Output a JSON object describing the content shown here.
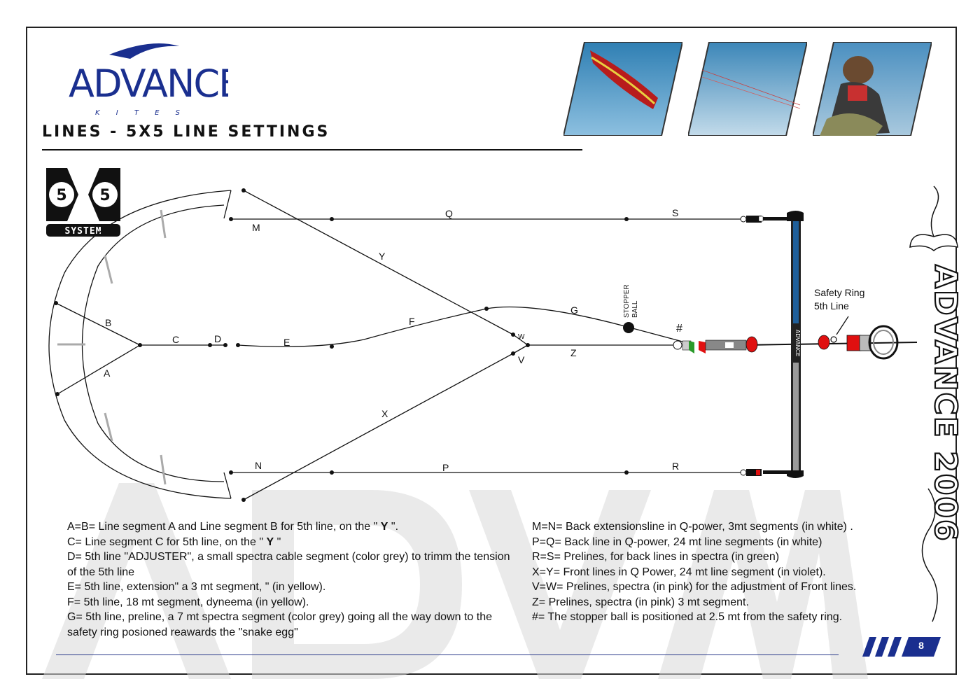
{
  "header": {
    "logo_text": "ADVANCE",
    "logo_sub": "K I T E S",
    "title": "LINES - 5X5 LINE SETTINGS"
  },
  "system_badge": {
    "top": "5X5",
    "bottom": "SYSTEM"
  },
  "side_brand": {
    "text": "ADVANCE 2006"
  },
  "diagram": {
    "labels": {
      "A": "A",
      "B": "B",
      "C": "C",
      "D": "D",
      "E": "E",
      "F": "F",
      "G": "G",
      "M": "M",
      "N": "N",
      "P": "P",
      "Q": "Q",
      "R": "R",
      "S": "S",
      "V": "V",
      "W": "W",
      "X": "X",
      "Y": "Y",
      "Z": "Z",
      "hash": "#"
    },
    "stopper_line1": "STOPPER",
    "stopper_line2": "BALL",
    "safety_ring_line1": "Safety Ring",
    "safety_ring_line2": "5th Line",
    "bar_text": "ADVANCE",
    "colors": {
      "line": "#111111",
      "bar_top": "#1f5f9a",
      "bar_bottom": "#9a9a9a",
      "float_red": "#e01010",
      "prelines_green": "#2a9a2a",
      "accent_blue": "#1a2f8f"
    }
  },
  "legend_left": [
    {
      "text": "A=B= Line segment A and Line segment B  for 5th line, on the \" ",
      "bold": "Y",
      "tail": " \"."
    },
    {
      "text": "C= Line segment C for 5th line, on the \" ",
      "bold": "Y",
      "tail": " \""
    },
    {
      "text": "D= 5th line \"ADJUSTER\", a small spectra cable segment (color grey) to trimm the tension of the 5th line",
      "bold": "",
      "tail": ""
    },
    {
      "text": "E= 5th line, extension\" a 3 mt segment, \" (in yellow).",
      "bold": "",
      "tail": ""
    },
    {
      "text": "F= 5th line, 18 mt segment, dyneema (in yellow).",
      "bold": "",
      "tail": ""
    },
    {
      "text": "G= 5th line, preline, a 7 mt spectra segment (color grey) going all the way down to the safety ring posioned reawards the \"snake egg\"",
      "bold": "",
      "tail": ""
    }
  ],
  "legend_right": [
    "M=N= Back extensionsline in Q-power, 3mt segments (in white) .",
    "P=Q= Back line in Q-power, 24 mt line segments (in white)",
    "R=S= Prelines, for back lines in spectra (in green)",
    "X=Y= Front lines in Q Power, 24 mt line segment (in violet).",
    "V=W= Prelines, spectra (in pink) for the adjustment of Front lines.",
    "Z= Prelines, spectra (in pink) 3 mt segment.",
    "#= The stopper ball is positioned at 2.5 mt from the safety ring."
  ],
  "footer": {
    "page_number": "8"
  }
}
